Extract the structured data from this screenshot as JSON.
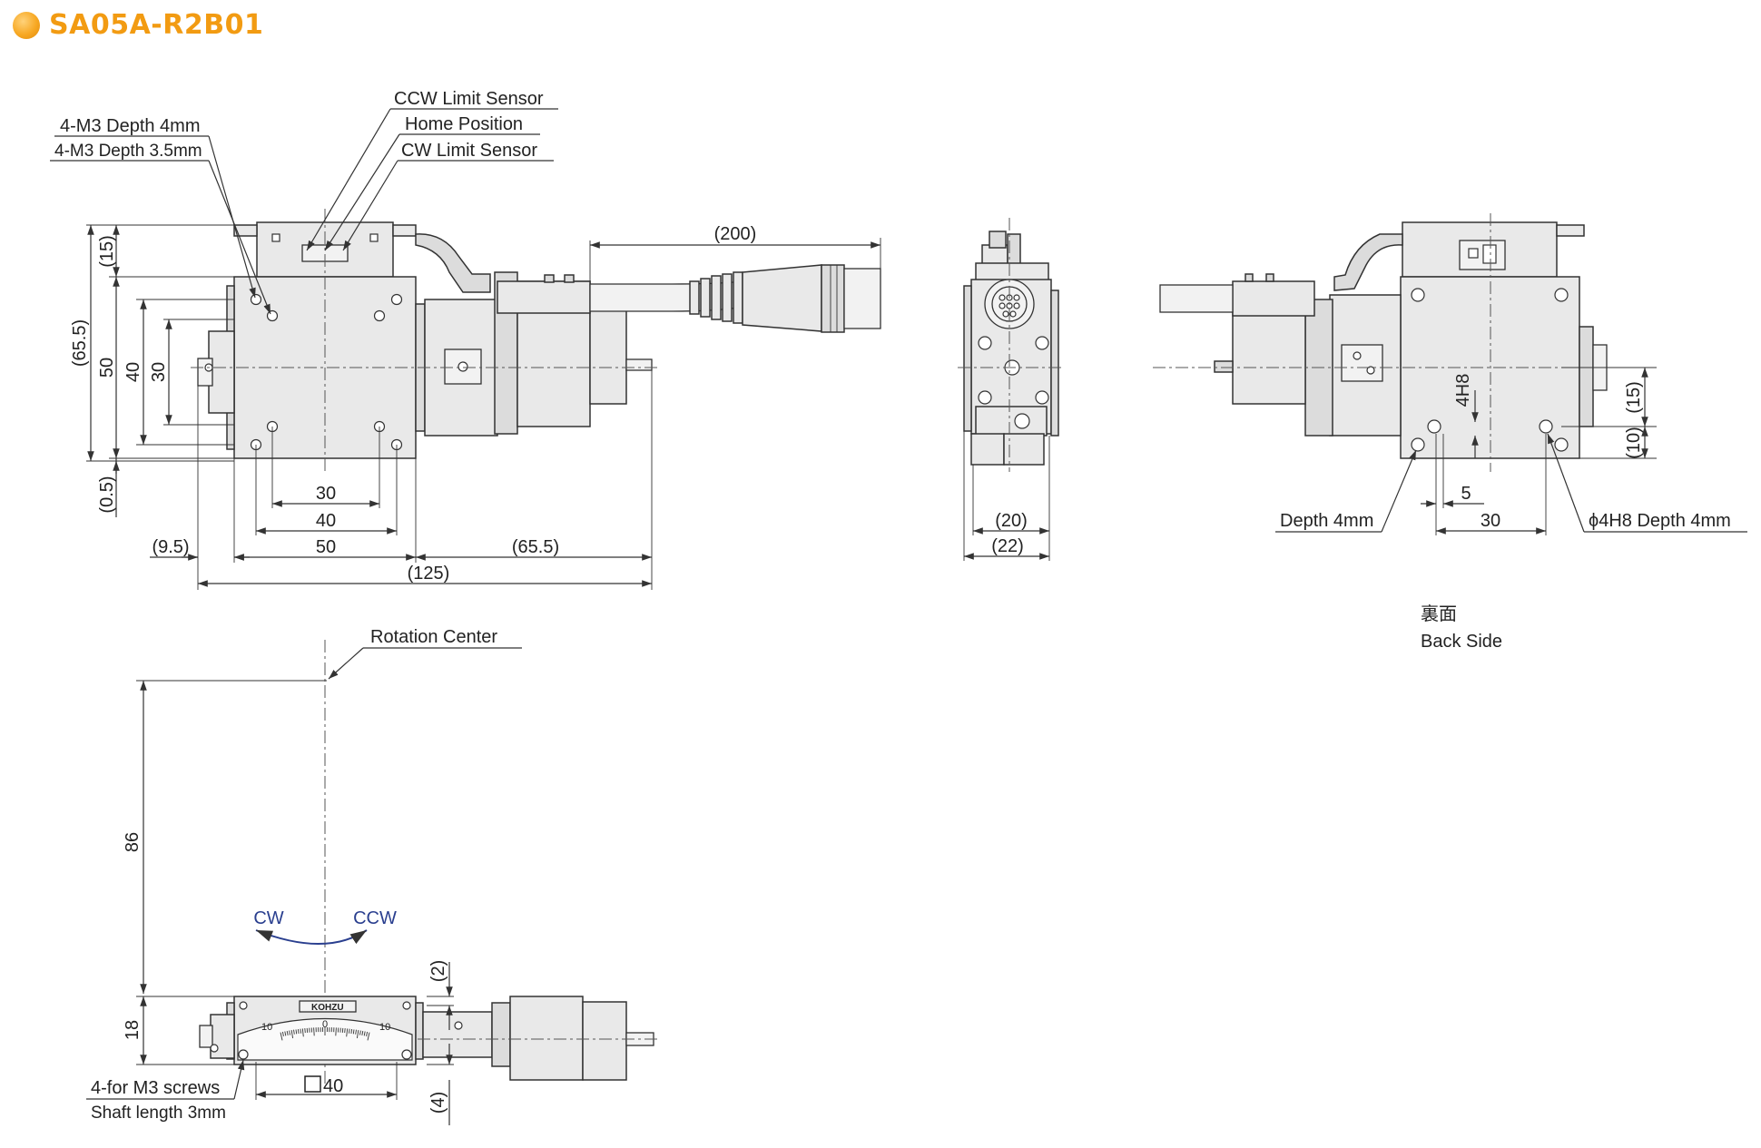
{
  "title": "SA05A-R2B01",
  "accent_color": "#f29b12",
  "icons": {
    "title_bullet": "orange-circle-icon"
  },
  "callouts": {
    "m3_depth_4": "4-M3 Depth 4mm",
    "m3_depth_3_5": "4-M3 Depth 3.5mm",
    "ccw_limit": "CCW Limit Sensor",
    "home": "Home Position",
    "cw_limit": "CW Limit Sensor",
    "rotation_center": "Rotation Center",
    "back_depth": "Depth 4mm",
    "back_phi": "ϕ4H8 Depth 4mm",
    "screws": "4-for M3 screws",
    "shaft": "Shaft length 3mm",
    "back_jp": "裏面",
    "back_en": "Back Side"
  },
  "rotation": {
    "cw": "CW",
    "ccw": "CCW"
  },
  "scale": {
    "left": "10",
    "center": "0",
    "right": "10",
    "brand": "KOHZU"
  },
  "dims_top": {
    "d200": "(200)",
    "d15": "(15)",
    "d65_5v": "(65.5)",
    "d50v": "50",
    "d40v": "40",
    "d30v": "30",
    "d0_5": "(0.5)",
    "d30h": "30",
    "d40h": "40",
    "d50h": "50",
    "d9_5": "(9.5)",
    "d65_5h": "(65.5)",
    "d125": "(125)"
  },
  "dims_side": {
    "d20": "(20)",
    "d22": "(22)"
  },
  "dims_back": {
    "h4h8": "4H8",
    "d15": "(15)",
    "d10": "(10)",
    "d5": "5",
    "d30": "30"
  },
  "dims_bottom": {
    "d86": "86",
    "d18": "18",
    "d2": "(2)",
    "d4": "(4)",
    "sq40": "40"
  }
}
